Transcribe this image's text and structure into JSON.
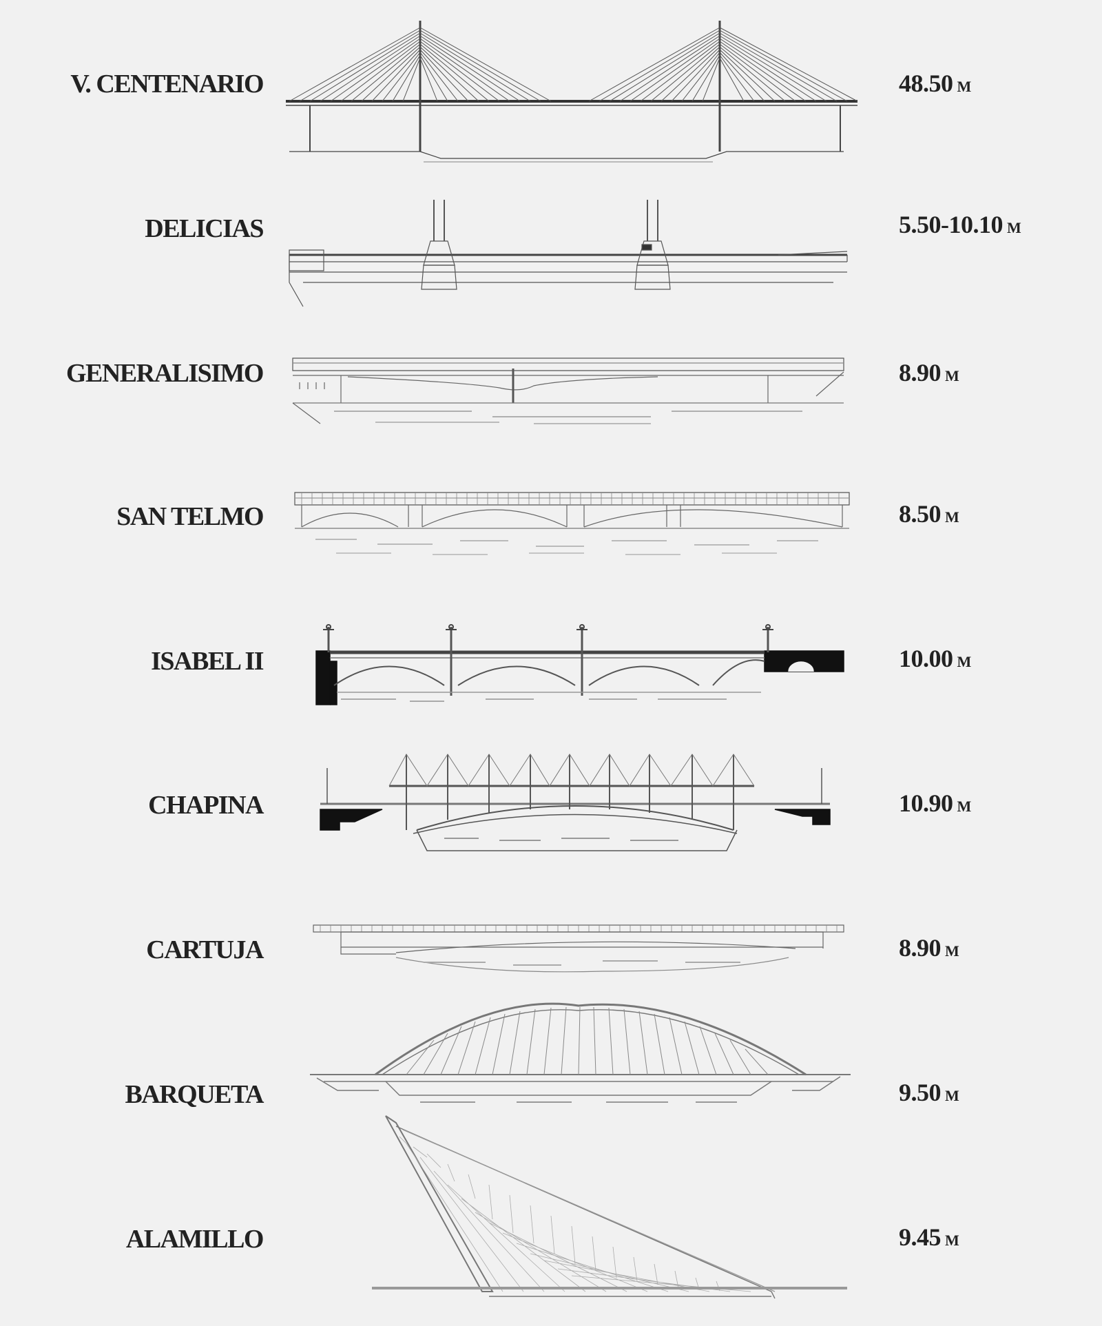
{
  "diagram": {
    "subject": "Bridges comparison (elevation drawings with clearance heights)",
    "unit_label": "M",
    "bridges": [
      {
        "name": "V. CENTENARIO",
        "height_value": "48.50",
        "height": "48.50 M",
        "type": "cable-stayed, two pylons"
      },
      {
        "name": "DELICIAS",
        "height_value": "5.50-10.10",
        "height": "5.50-10.10 M",
        "type": "bascule / lift bridge with towers"
      },
      {
        "name": "GENERALISIMO",
        "height_value": "8.90",
        "height": "8.90 M",
        "type": "girder bridge"
      },
      {
        "name": "SAN TELMO",
        "height_value": "8.50",
        "height": "8.50 M",
        "type": "arched bridge, three spans"
      },
      {
        "name": "ISABEL II",
        "height_value": "10.00",
        "height": "10.00 M",
        "type": "iron arch bridge with lamp posts"
      },
      {
        "name": "CHAPINA",
        "height_value": "10.90",
        "height": "10.90 M",
        "type": "arch bridge with masts and cables"
      },
      {
        "name": "CARTUJA",
        "height_value": "8.90",
        "height": "8.90 M",
        "type": "flat girder bridge"
      },
      {
        "name": "BARQUETA",
        "height_value": "9.50",
        "height": "9.50 M",
        "type": "bowstring arch bridge"
      },
      {
        "name": "ALAMILLO",
        "height_value": "9.45",
        "height": "9.45 M",
        "type": "inclined-pylon cable-stayed bridge"
      }
    ]
  },
  "colors": {
    "background": "#f1f1f1",
    "ink": "#222222",
    "line": "#555555",
    "fill_dark": "#111111"
  }
}
